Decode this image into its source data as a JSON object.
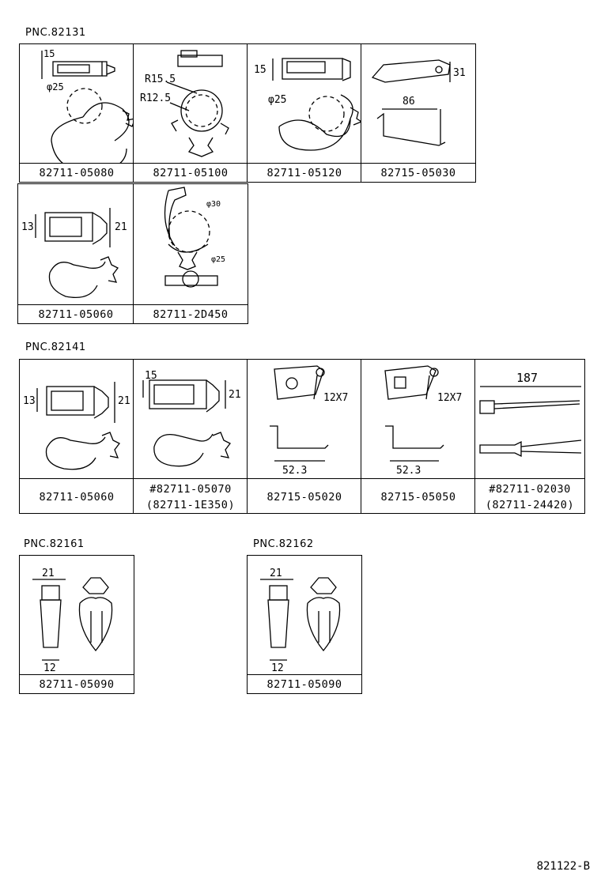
{
  "sections": [
    {
      "pnc": "PNC.82131"
    },
    {
      "pnc": "PNC.82141"
    },
    {
      "pnc": "PNC.82161"
    },
    {
      "pnc": "PNC.82162"
    }
  ],
  "parts": {
    "p1": {
      "label": "82711-05080",
      "dims": [
        "15",
        "φ25"
      ]
    },
    "p2": {
      "label": "82711-05100",
      "dims": [
        "R15.5",
        "R12.5"
      ]
    },
    "p3": {
      "label": "82711-05120",
      "dims": [
        "15",
        "φ25"
      ]
    },
    "p4": {
      "label": "82715-05030",
      "dims": [
        "31",
        "86"
      ]
    },
    "p5": {
      "label": "82711-05060",
      "dims": [
        "13",
        "21"
      ]
    },
    "p6": {
      "label": "82711-2D450",
      "dims": [
        "φ30",
        "φ25"
      ]
    },
    "p7": {
      "label": "82711-05060",
      "dims": [
        "13",
        "21"
      ]
    },
    "p8": {
      "label": "#82711-05070",
      "label2": "(82711-1E350)",
      "dims": [
        "15",
        "21"
      ]
    },
    "p9": {
      "label": "82715-05020",
      "dims": [
        "12X7",
        "52.3"
      ]
    },
    "p10": {
      "label": "82715-05050",
      "dims": [
        "12X7",
        "52.3"
      ]
    },
    "p11": {
      "label": "#82711-02030",
      "label2": "(82711-24420)",
      "dims": [
        "187"
      ]
    },
    "p12": {
      "label": "82711-05090",
      "dims": [
        "21",
        "12"
      ]
    },
    "p13": {
      "label": "82711-05090",
      "dims": [
        "21",
        "12"
      ]
    }
  },
  "footer": {
    "code": "821122-B"
  }
}
